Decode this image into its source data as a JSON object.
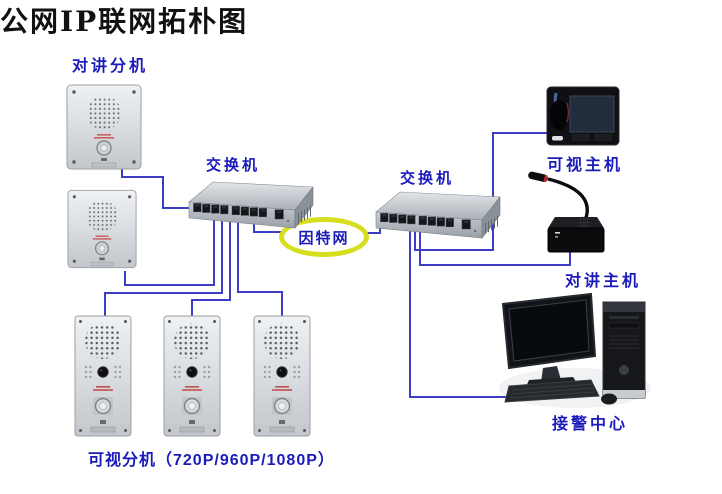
{
  "title": "公网IP联网拓朴图",
  "colors": {
    "wire": "#3c3cc4",
    "label": "#1b1bbb",
    "ring": "#d6de1e",
    "title": "#111111",
    "bg": "#ffffff"
  },
  "nodes": {
    "intercom_extension": {
      "label": "对讲分机"
    },
    "switch_left": {
      "label": "交换机"
    },
    "internet": {
      "label": "因特网"
    },
    "switch_right": {
      "label": "交换机"
    },
    "video_host": {
      "label": "可视主机"
    },
    "intercom_host": {
      "label": "对讲主机"
    },
    "alarm_center": {
      "label": "接警中心"
    },
    "video_extension": {
      "label": "可视分机（720P/960P/1080P）"
    }
  }
}
